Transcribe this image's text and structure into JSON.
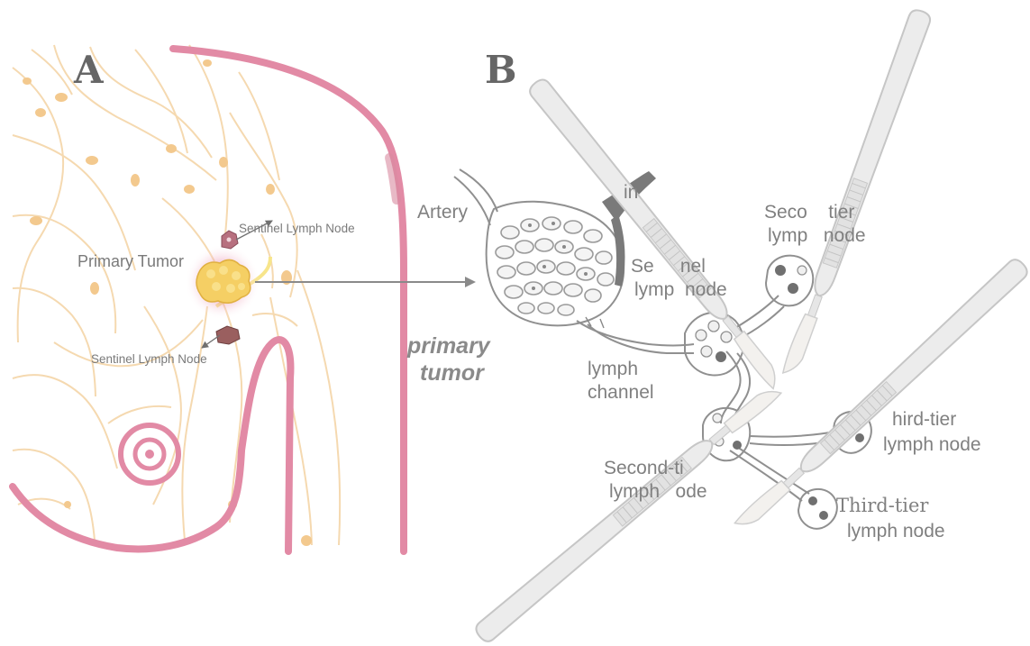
{
  "panel_a": {
    "letter": "A",
    "labels": {
      "primary_tumor": "Primary Tumor",
      "sentinel_upper": "Sentinel Lymph Node",
      "sentinel_lower": "Sentinel Lymph Node"
    },
    "colors": {
      "skin": "#e28aa5",
      "vessels": "#f5d9b0",
      "nodes": "#f3c98e",
      "tumor": "#f2c24f",
      "glow": "#e07a9c"
    }
  },
  "annotation": {
    "primary_tumor_line1": "primary",
    "primary_tumor_line2": "tumor"
  },
  "panel_b": {
    "letter": "B",
    "labels": {
      "artery": "Artery",
      "vein": "in",
      "sentinel_line1": "Se     nel",
      "sentinel_line2": "lymp  node",
      "lymph_channel_line1": "lymph",
      "lymph_channel_line2": "channel",
      "second_tier_top_line1": "Seco    tier",
      "second_tier_top_line2": "lymp   node",
      "second_tier_bottom_line1": "Second-ti",
      "second_tier_bottom_line2": "lymph   ode",
      "third_tier_right_line1": "hird-tier",
      "third_tier_right_line2": "lymph node",
      "third_tier_bottom_line1": "Third-tier",
      "third_tier_bottom_line2": "lymph node"
    },
    "icons": [
      "scalpel-icon",
      "lymph-node-icon",
      "tumor-cell-cluster-icon"
    ]
  }
}
